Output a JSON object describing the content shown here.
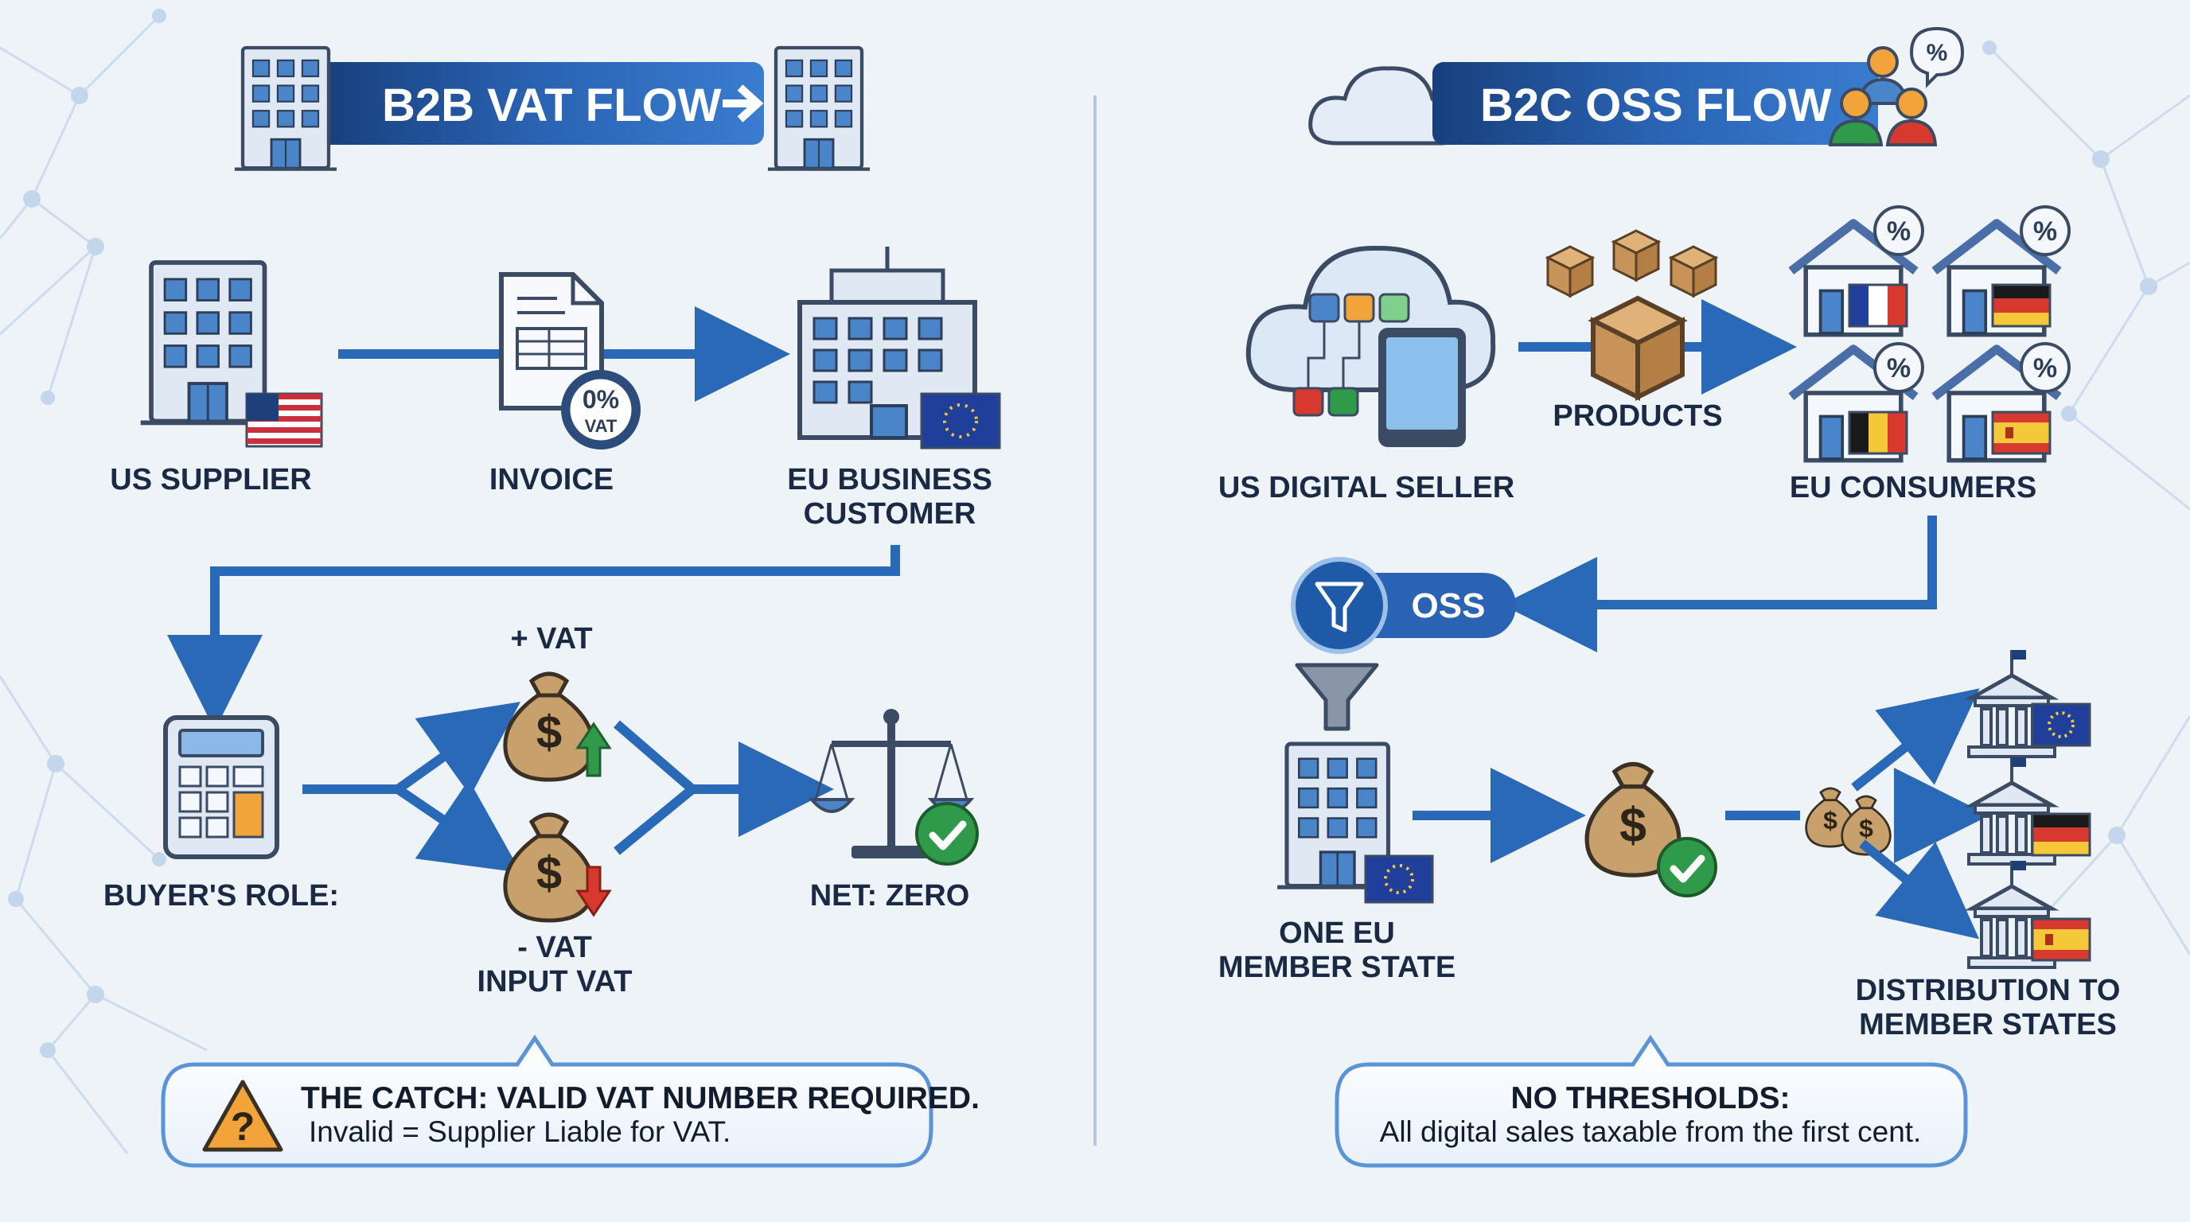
{
  "b2b": {
    "title": "B2B VAT FLOW",
    "nodes": {
      "supplier": "US SUPPLIER",
      "invoice": "INVOICE",
      "customer_line1": "EU BUSINESS",
      "customer_line2": "CUSTOMER",
      "buyer_role": "BUYER'S ROLE:",
      "plus_vat": "+ VAT",
      "minus_vat_line1": "- VAT",
      "minus_vat_line2": "INPUT VAT",
      "net": "NET: ZERO"
    },
    "invoice_stamp": {
      "pct": "0%",
      "vat": "VAT"
    },
    "note": {
      "headline": "THE CATCH: VALID VAT NUMBER REQUIRED.",
      "detail": "Invalid = Supplier Liable for VAT."
    }
  },
  "b2c": {
    "title": "B2C OSS FLOW",
    "nodes": {
      "seller": "US DIGITAL SELLER",
      "products": "PRODUCTS",
      "consumers": "EU CONSUMERS",
      "oss": "OSS",
      "member_state_line1": "ONE EU",
      "member_state_line2": "MEMBER STATE",
      "distribution_line1": "DISTRIBUTION TO",
      "distribution_line2": "MEMBER STATES"
    },
    "note": {
      "headline": "NO THRESHOLDS:",
      "detail": "All digital sales taxable from the first cent."
    }
  },
  "colors": {
    "primary_blue": "#1f5aa8",
    "arrow_blue": "#2a68b8",
    "building_blue": "#4a84c9",
    "money_bag": "#c8a06c",
    "check_green": "#2f9a4a",
    "warning_orange": "#f2a43a",
    "background": "#eef3f8"
  }
}
